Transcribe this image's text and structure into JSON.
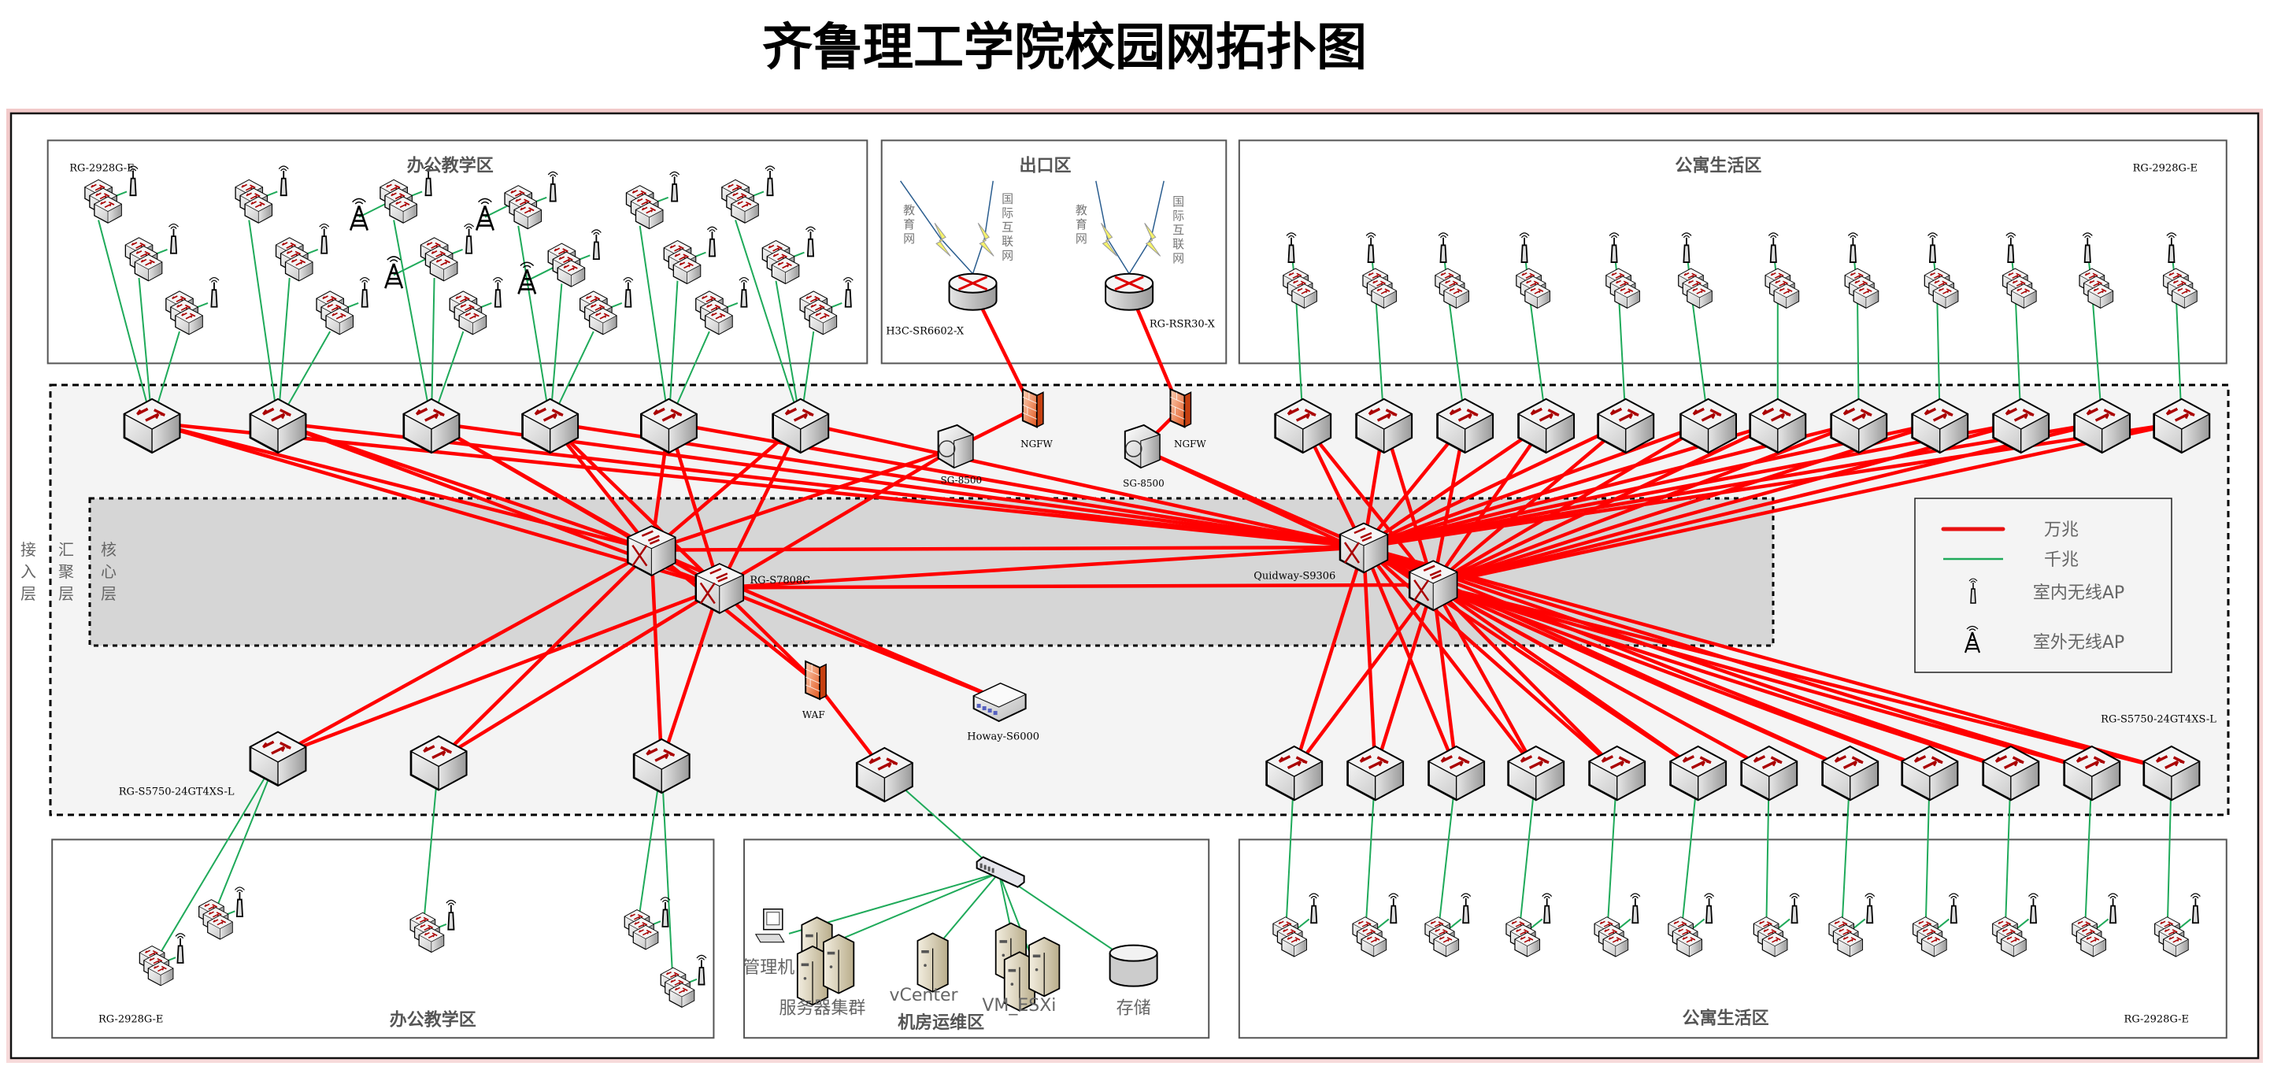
{
  "title": "齐鲁理工学院校园网拓扑图",
  "zones": {
    "office_top": {
      "title": "办公教学区",
      "model": "RG-2928G-E"
    },
    "exit": {
      "title": "出口区"
    },
    "dorm_top": {
      "title": "公寓生活区",
      "model": "RG-2928G-E"
    },
    "office_bottom": {
      "title": "办公教学区",
      "model": "RG-2928G-E"
    },
    "datacenter": {
      "title": "机房运维区"
    },
    "dorm_bottom": {
      "title": "公寓生活区",
      "model": "RG-2928G-E"
    }
  },
  "layers": {
    "access": "接入层",
    "aggregation": "汇聚层",
    "core": "核心层"
  },
  "devices": {
    "router_1": {
      "model": "H3C-SR6602-X",
      "links": [
        "教育网",
        "国际互联网"
      ]
    },
    "router_2": {
      "model": "RG-RSR30-X",
      "links": [
        "教育网",
        "国际互联网"
      ]
    },
    "firewall_1": {
      "label": "NGFW"
    },
    "firewall_2": {
      "label": "NGFW"
    },
    "gateway_1": {
      "label": "SG-8500"
    },
    "gateway_2": {
      "label": "SG-8500"
    },
    "core_left": {
      "model": "RG-S7808C"
    },
    "core_right": {
      "model": "Quidway-S9306"
    },
    "waf": {
      "label": "WAF"
    },
    "storage_appliance": {
      "label": "Howay-S6000"
    },
    "aggregation_left_model": "RG-S5750-24GT4XS-L",
    "aggregation_right_model": "RG-S5750-24GT4XS-L"
  },
  "datacenter_items": [
    {
      "id": "mgmt",
      "label": "管理机"
    },
    {
      "id": "cluster",
      "label": "服务器集群"
    },
    {
      "id": "vcenter",
      "label": "vCenter"
    },
    {
      "id": "esxi",
      "label": "VM_ESXi"
    },
    {
      "id": "storage",
      "label": "存储"
    }
  ],
  "legend": {
    "items": [
      {
        "type": "line",
        "color": "#e81010",
        "label": "万兆"
      },
      {
        "type": "line",
        "color": "#1faa5a",
        "label": "千兆"
      },
      {
        "type": "icon",
        "icon": "indoor-ap-icon",
        "label": "室内无线AP"
      },
      {
        "type": "icon",
        "icon": "outdoor-ap-icon",
        "label": "室外无线AP"
      }
    ]
  },
  "counts": {
    "office_top_agg_switches": 6,
    "dorm_top_agg_switches": 12,
    "office_bottom_agg_switches": 3,
    "dorm_bottom_agg_switches": 12,
    "dorm_top_access_stacks": 12,
    "dorm_bottom_access_stacks": 12
  },
  "colors": {
    "link_10g": "#ff0000",
    "link_1g": "#1faa5a",
    "frame_border": "#c97070",
    "aggregation_bg": "#f4f4f4",
    "core_bg": "#d6d6d6"
  }
}
